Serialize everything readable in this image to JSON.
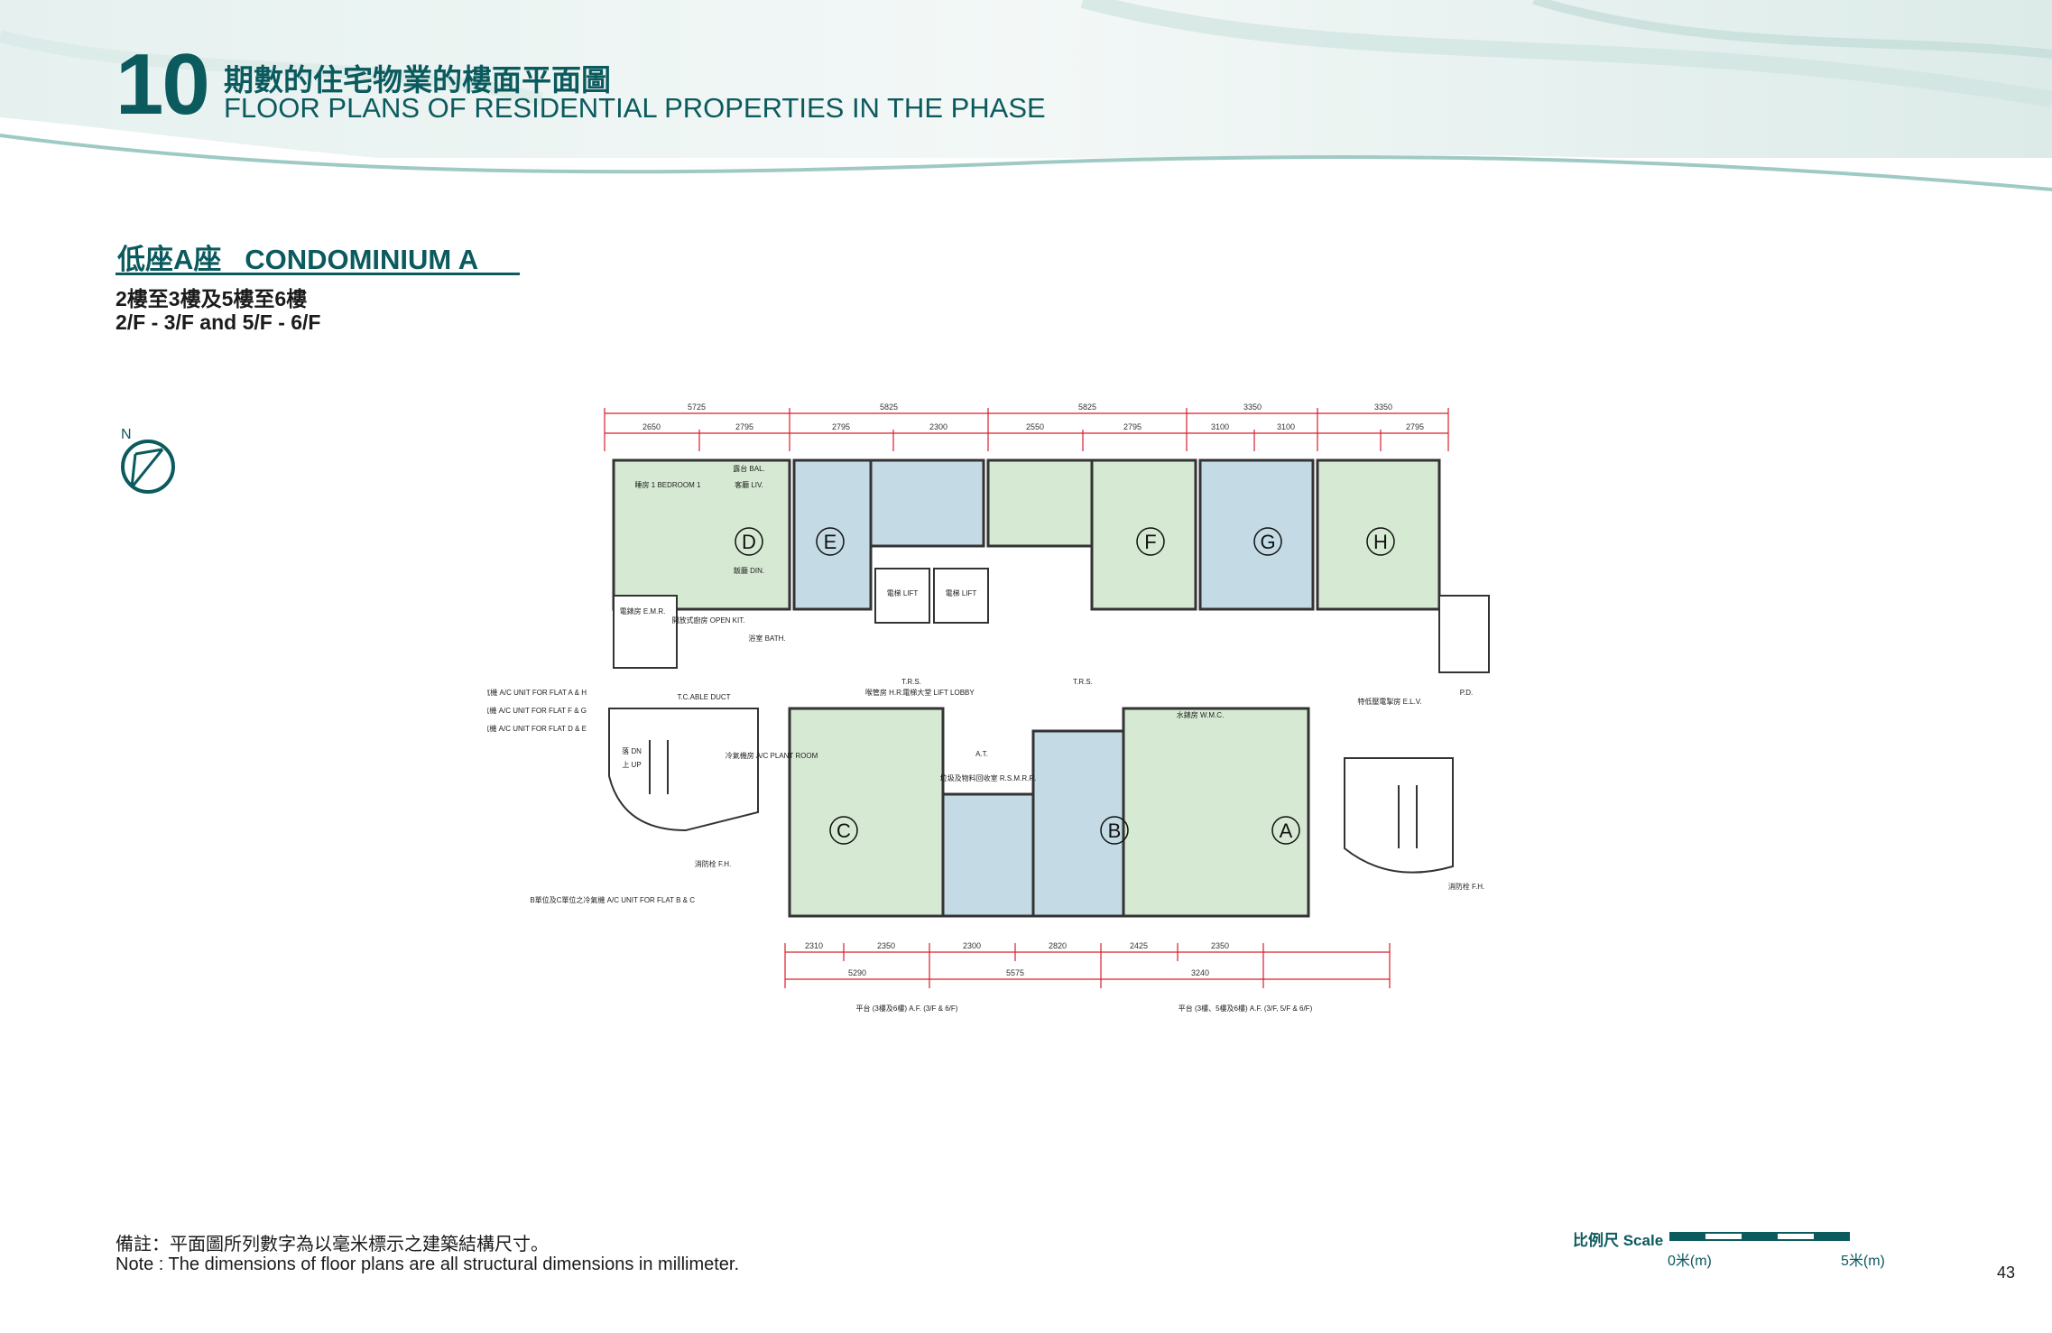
{
  "header": {
    "section_number": "10",
    "title_zh": "期數的住宅物業的樓面平面圖",
    "title_en": "FLOOR PLANS OF RESIDENTIAL PROPERTIES IN THE PHASE"
  },
  "subheader": {
    "title": "低座A座   CONDOMINIUM A",
    "floors_zh": "2樓至3樓及5樓至6樓",
    "floors_en": "2/F - 3/F and 5/F - 6/F"
  },
  "north_label": "N",
  "plan": {
    "top_dims_row1": [
      "5725",
      "5825",
      "5825",
      "3350",
      "3350"
    ],
    "top_dims_row2": [
      "2650",
      "2795",
      "2795",
      "2300",
      "2550",
      "2795",
      "3100",
      "3100",
      "2795"
    ],
    "bottom_dims_row1": [
      "2310",
      "2350",
      "2300",
      "2820",
      "2425",
      "2350"
    ],
    "bottom_dims_row2": [
      "5290",
      "5575",
      "3240"
    ],
    "bottom_notes": [
      "平台 (3樓及6樓) A.F. (3/F & 6/F)",
      "平台 (3樓、5樓及6樓) A.F. (3/F, 5/F & 6/F)"
    ],
    "upper_flats": [
      "D",
      "E",
      "F",
      "G",
      "H"
    ],
    "lower_flats": [
      "C",
      "B",
      "A"
    ],
    "upper_room_labels": {
      "bedroom": "睡房 1 BEDROOM 1",
      "living": "客廳 LIV.",
      "dining": "飯廳 DIN.",
      "open_kitchen": "開放式廚房 OPEN KIT.",
      "bath": "浴室 BATH.",
      "balcony": "露台 BAL."
    },
    "core_labels": {
      "lift_left": "電梯 LIFT",
      "lift_right": "電梯 LIFT",
      "lift_lobby": "電梯大堂 LIFT LOBBY",
      "trs_left": "T.R.S.",
      "trs_right": "T.R.S.",
      "hr": "喉管房 H.R.",
      "elv": "特低壓電掣房 E.L.V.",
      "wmc": "水錶房 W.M.C.",
      "pd": "P.D.",
      "emr": "電錶房 E.M.R.",
      "ac_plant": "冷氣機房 A/C PLANT ROOM",
      "refuse": "垃圾及物料回收室 R.S.M.R.R.",
      "at": "A.T.",
      "tcabe_duct": "T.C.ABLE DUCT",
      "up": "上 UP",
      "dn": "落 DN",
      "fh_left": "消防栓 F.H.",
      "fh_right": "消防栓 F.H."
    },
    "ac_notes": [
      "A單位及H單位之冷氣機 A/C UNIT FOR FLAT A & H",
      "F單位及G單位之冷氣機 A/C UNIT FOR FLAT F & G",
      "D單位及E單位之冷氣機 A/C UNIT FOR FLAT D & E",
      "B單位及C單位之冷氣機 A/C UNIT FOR FLAT B & C"
    ]
  },
  "notes": {
    "zh": "備註：平面圖所列數字為以毫米標示之建築結構尺寸。",
    "en": "Note : The dimensions of floor plans are all structural dimensions in millimeter."
  },
  "scale_bar": {
    "label": "比例尺 Scale",
    "start": "0米(m)",
    "end": "5米(m)"
  },
  "page_number": "43",
  "colors": {
    "brand": "#0b5a5e",
    "flat_green": "#d6ead3",
    "flat_blue": "#c4dbe5",
    "dimension_red": "#d81e2a",
    "wall": "#333333"
  }
}
